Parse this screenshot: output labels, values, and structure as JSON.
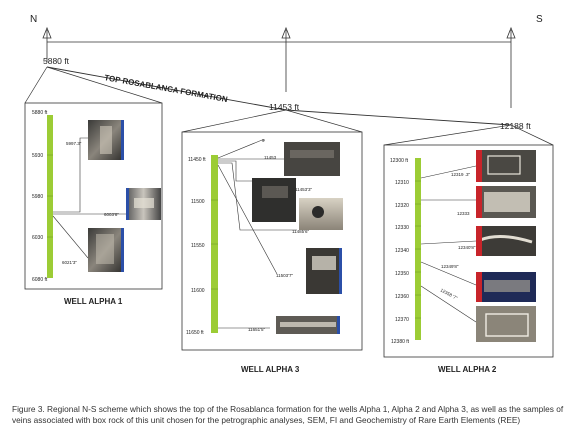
{
  "header": {
    "north": "N",
    "south": "S",
    "formation": "TOP ROSABLANCA FORMATION",
    "depth_left": "5880 ft",
    "depth_mid": "11453 ft",
    "depth_right": "12188 ft"
  },
  "wells": {
    "alpha1": {
      "title": "WELL ALPHA 1",
      "top_label": "5880 ft",
      "bottom_label": "6080 ft",
      "ticks": [
        "5930",
        "5980",
        "6030"
      ],
      "samples": [
        "5997.3\"",
        "6003'8\"",
        "6021'3\""
      ]
    },
    "alpha3": {
      "title": "WELL ALPHA 3",
      "top_label": "11450 ft",
      "bottom_label": "11650 ft",
      "ticks": [
        "11500",
        "11550",
        "11600"
      ],
      "samples": [
        "11453",
        "11453'3\"",
        "11485'6\"",
        "11503'7\"",
        "11651'5\""
      ],
      "top_mark": "9"
    },
    "alpha2": {
      "title": "WELL ALPHA 2",
      "top_label": "12300 ft",
      "bottom_label": "12380 ft",
      "ticks": [
        "12310",
        "12320",
        "12330",
        "12340",
        "12350",
        "12360",
        "12370"
      ],
      "samples": [
        "12319 .3\"",
        "12333",
        "12340'8\"",
        "12349'8\"",
        "12358 '7\""
      ]
    }
  },
  "caption": "Figure 3. Regional N-S scheme which shows the top of the Rosablanca formation for the wells Alpha 1, Alpha 2 and Alpha 3, as well as the samples of veins associated with box rock of this unit chosen for the petrographic analyses, SEM, FI and Geochemistry of Rare Earth Elements (REE)"
}
